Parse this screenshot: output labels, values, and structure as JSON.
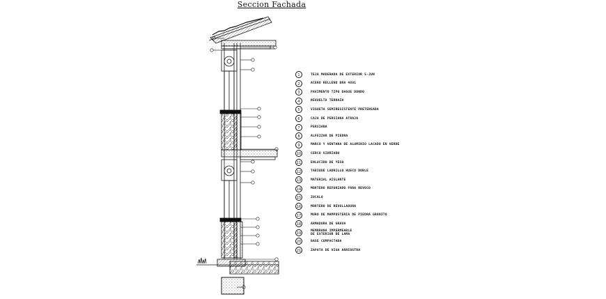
{
  "title": "Seccion Fachada",
  "legend": [
    {
      "num": "1",
      "text": "TEJA MADERADA DE EXTERIOR 5-JUN"
    },
    {
      "num": "2",
      "text": "ACERO RELLENO BRA 4881"
    },
    {
      "num": "3",
      "text": "PAVIMENTO TIPO DAGUE DONDO"
    },
    {
      "num": "4",
      "text": "REVUELTA TERRAZA"
    },
    {
      "num": "5",
      "text": "VIGUETA SEMIRESISTENTE PRETENSADA"
    },
    {
      "num": "6",
      "text": "CAJA DE PERSIANA ATRAJA"
    },
    {
      "num": "7",
      "text": "PERSIANA"
    },
    {
      "num": "8",
      "text": "ALFEIZAR DE PIEDRA"
    },
    {
      "num": "9",
      "text": "MARCO Y VENTANA DE ALUMINIO LACADO EN VERDE"
    },
    {
      "num": "10",
      "text": "CERCO VIDRIADO"
    },
    {
      "num": "11",
      "text": "ENLUCIDO DE YESO"
    },
    {
      "num": "12",
      "text": "TABIQUE LADRILLO HUECO DOBLE"
    },
    {
      "num": "13",
      "text": "MATERIAL AISLANTE"
    },
    {
      "num": "14",
      "text": "MORTERO REFORZADO PARA REVOCO"
    },
    {
      "num": "15",
      "text": "ZOCALO"
    },
    {
      "num": "16",
      "text": "MORTERO DE REVOLLADURA"
    },
    {
      "num": "17",
      "text": "MURO DE MAMPOSTERIA DE PIEDRA GRANITO"
    },
    {
      "num": "18",
      "text": "ARMADURA DE GRAVA"
    },
    {
      "num": "19",
      "text": "MEMBRANA IMPERMEABLE\nDE EXTERIOR DE LAMA"
    },
    {
      "num": "20",
      "text": "BASE COMPACTADA"
    },
    {
      "num": "21",
      "text": "ZAPATA DE VIGA ARRIOSTRA"
    }
  ]
}
